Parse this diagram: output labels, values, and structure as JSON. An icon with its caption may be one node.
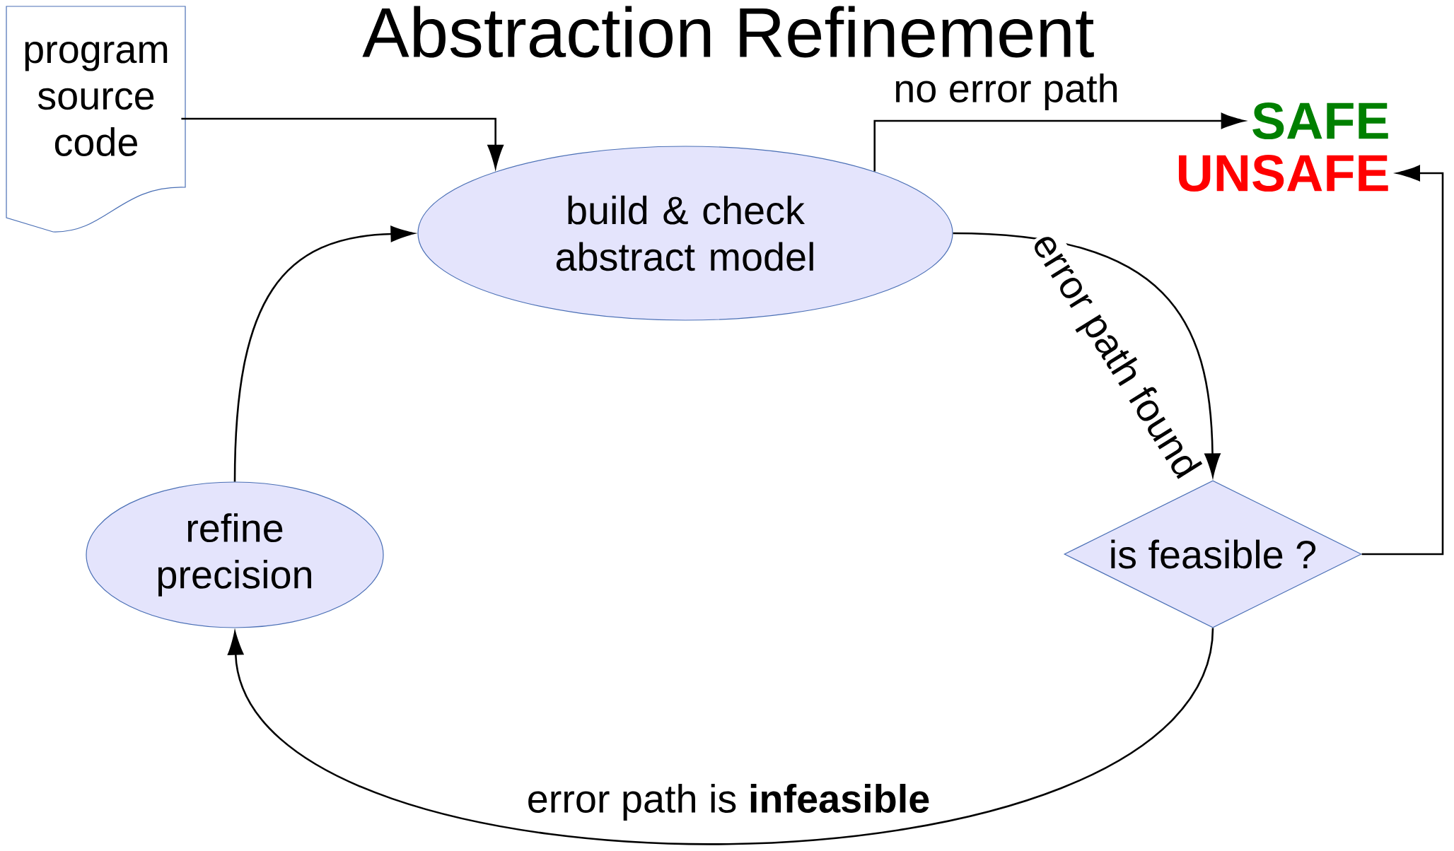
{
  "diagram": {
    "title": "Abstraction Refinement",
    "nodes": [
      {
        "text": [
          "program source code"
        ]
      },
      {
        "text": [
          "build & check abstract model"
        ]
      },
      {
        "text": [
          "SAFE"
        ]
      },
      {
        "text": [
          "UNSAFE"
        ]
      },
      {
        "text": [
          "refine precision"
        ]
      },
      {
        "text": [
          "is feasible ?"
        ]
      }
    ],
    "edges": [
      {
        "from": 0,
        "to": 1,
        "arrow": "to"
      },
      {
        "from": 1,
        "to": 2,
        "arrow": "to",
        "label": "no error path"
      },
      {
        "from": 1,
        "to": 5,
        "arrow": "to",
        "label": "error path found"
      },
      {
        "from": 5,
        "to": 3,
        "arrow": "to"
      },
      {
        "from": 5,
        "to": 4,
        "arrow": "to",
        "label": "error path is **infeasible**"
      },
      {
        "from": 4,
        "to": 1,
        "arrow": "to"
      }
    ]
  }
}
